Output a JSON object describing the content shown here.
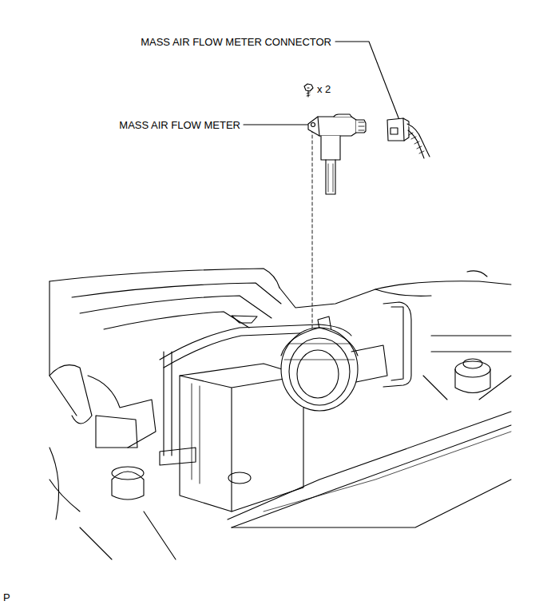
{
  "diagram": {
    "labels": [
      "MASS AIR FLOW METER CONNECTOR",
      "x 2",
      "MASS AIR FLOW METER",
      "P"
    ]
  }
}
